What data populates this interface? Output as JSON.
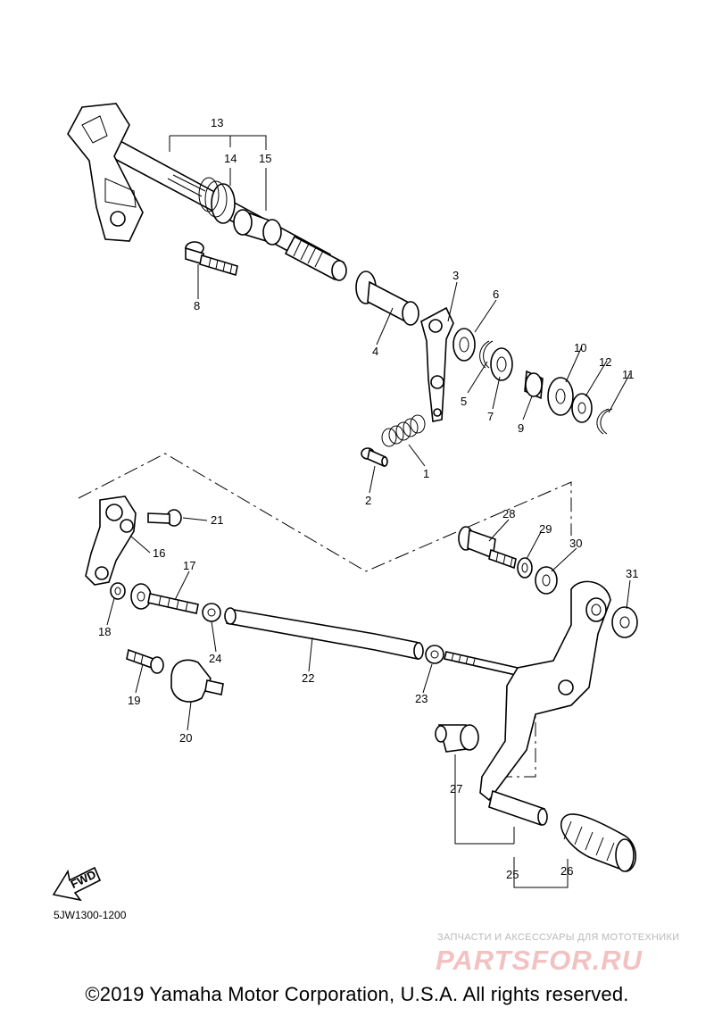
{
  "diagram_code": "5JW1300-1200",
  "copyright": "©2019 Yamaha Motor Corporation, U.S.A. All rights reserved.",
  "fwd_label": "FWD",
  "watermark": {
    "caption": "ЗАПЧАСТИ И АКСЕССУАРЫ ДЛЯ МОТОТЕХНИКИ",
    "logo": "PARTSFOR.RU"
  },
  "callouts": {
    "c1": "1",
    "c2": "2",
    "c3": "3",
    "c4": "4",
    "c5": "5",
    "c6": "6",
    "c7": "7",
    "c8": "8",
    "c9": "9",
    "c10": "10",
    "c11": "11",
    "c12": "12",
    "c13": "13",
    "c14": "14",
    "c15": "15",
    "c16": "16",
    "c17": "17",
    "c18": "18",
    "c19": "19",
    "c20": "20",
    "c21": "21",
    "c22": "22",
    "c23": "23",
    "c24": "24",
    "c25": "25",
    "c26": "26",
    "c27": "27",
    "c28": "28",
    "c29": "29",
    "c30": "30",
    "c31": "31"
  }
}
